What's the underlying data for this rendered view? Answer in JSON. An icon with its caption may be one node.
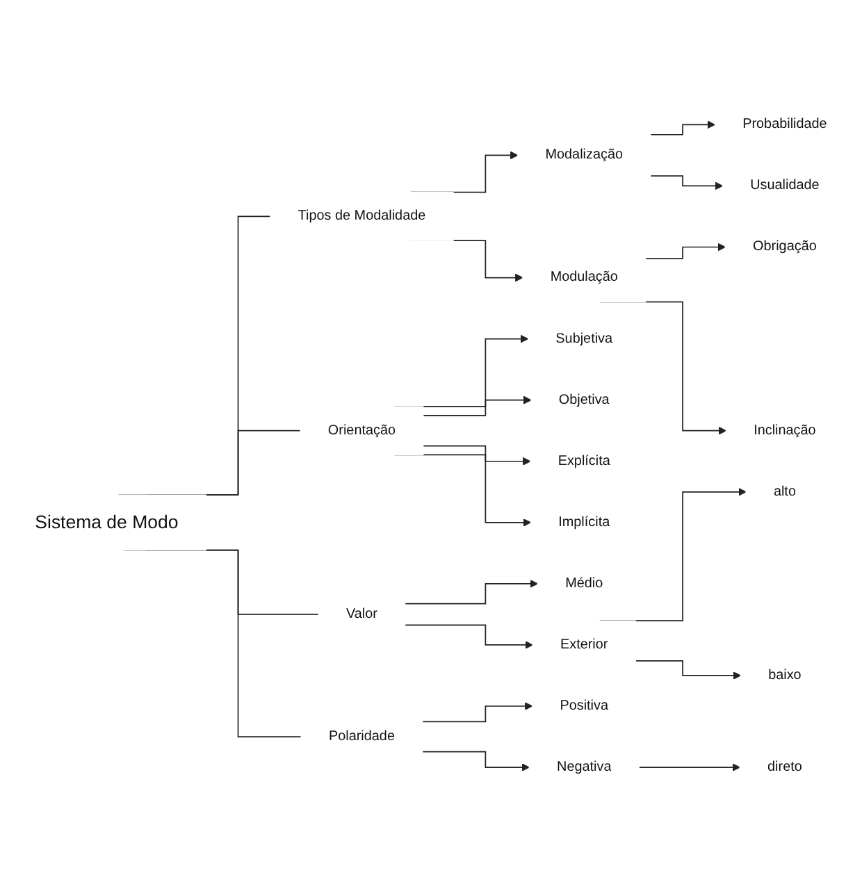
{
  "diagram": {
    "nodes": [
      {
        "text": [
          "Sistema de Modo"
        ]
      },
      {
        "text": [
          "Tipos de Modalidade"
        ]
      },
      {
        "text": [
          "Modalização"
        ]
      },
      {
        "text": [
          "Probabilidade"
        ]
      },
      {
        "text": [
          "Usualidade"
        ]
      },
      {
        "text": [
          "Modulação"
        ]
      },
      {
        "text": [
          "Obrigação"
        ]
      },
      {
        "text": [
          "Inclinação"
        ]
      },
      {
        "text": [
          "Orientação"
        ]
      },
      {
        "text": [
          "Subjetiva"
        ]
      },
      {
        "text": [
          "Objetiva"
        ]
      },
      {
        "text": [
          "Explícita"
        ]
      },
      {
        "text": [
          "Implícita"
        ]
      },
      {
        "text": [
          "Valor"
        ]
      },
      {
        "text": [
          "Médio"
        ]
      },
      {
        "text": [
          "Exterior"
        ]
      },
      {
        "text": [
          "alto"
        ]
      },
      {
        "text": [
          "baixo"
        ]
      },
      {
        "text": [
          "Polaridade"
        ]
      },
      {
        "text": [
          "Positiva"
        ]
      },
      {
        "text": [
          "Negativa"
        ]
      },
      {
        "text": [
          "direto"
        ]
      }
    ],
    "edges": [
      {
        "from": 0,
        "to": 1,
        "arrow": "none"
      },
      {
        "from": 1,
        "to": 2,
        "arrow": "to"
      },
      {
        "from": 1,
        "to": 5,
        "arrow": "to"
      },
      {
        "from": 2,
        "to": 3,
        "arrow": "to"
      },
      {
        "from": 2,
        "to": 4,
        "arrow": "to"
      },
      {
        "from": 5,
        "to": 6,
        "arrow": "to"
      },
      {
        "from": 5,
        "to": 7,
        "arrow": "to"
      },
      {
        "from": 0,
        "to": 8,
        "arrow": "none"
      },
      {
        "from": 8,
        "to": 9,
        "arrow": "to"
      },
      {
        "from": 8,
        "to": 10,
        "arrow": "to"
      },
      {
        "from": 8,
        "to": 11,
        "arrow": "to"
      },
      {
        "from": 8,
        "to": 12,
        "arrow": "to"
      },
      {
        "from": 0,
        "to": 13,
        "arrow": "none"
      },
      {
        "from": 13,
        "to": 14,
        "arrow": "to"
      },
      {
        "from": 13,
        "to": 15,
        "arrow": "to"
      },
      {
        "from": 15,
        "to": 16,
        "arrow": "to"
      },
      {
        "from": 15,
        "to": 17,
        "arrow": "to"
      },
      {
        "from": 0,
        "to": 18,
        "arrow": "none"
      },
      {
        "from": 18,
        "to": 19,
        "arrow": "to"
      },
      {
        "from": 18,
        "to": 20,
        "arrow": "to"
      },
      {
        "from": 20,
        "to": 21,
        "arrow": "to"
      }
    ]
  }
}
